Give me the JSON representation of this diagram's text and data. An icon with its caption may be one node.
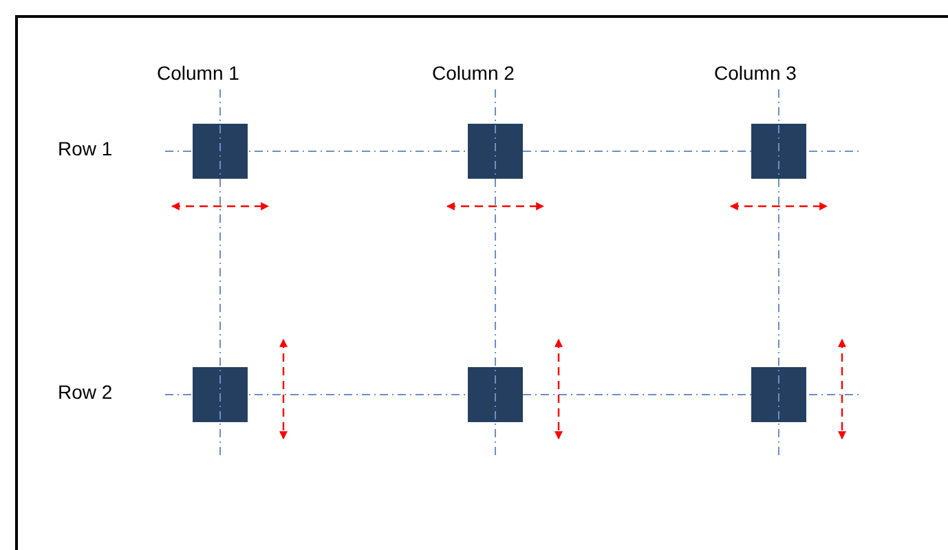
{
  "diagram": {
    "labels": [
      "Column 1",
      "Column 2",
      "Column 3",
      "Row 1",
      "Row 2"
    ]
  }
}
